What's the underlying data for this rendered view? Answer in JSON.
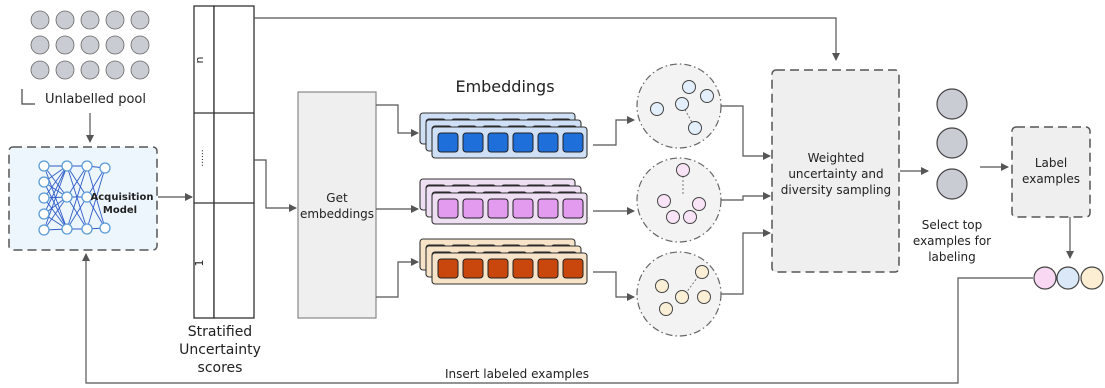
{
  "pool": {
    "label": "Unlabelled pool",
    "rows": 3,
    "cols": 5,
    "color": "#c9cdd3"
  },
  "acquisition": {
    "label_line1": "Acquisition",
    "label_line2": "Model",
    "fill": "#eef6fd",
    "node_color": "#5b9bd5",
    "edge_color": "#2f5cc8"
  },
  "stratified": {
    "tick_top": "n",
    "tick_mid": "......",
    "tick_bottom": "1",
    "caption_line1": "Stratified",
    "caption_line2": "Uncertainty",
    "caption_line3": "scores"
  },
  "get_embeddings": {
    "line1": "Get",
    "line2": "embeddings",
    "fill": "#efefef"
  },
  "embeddings": {
    "title": "Embeddings",
    "groups": [
      {
        "name": "blue",
        "front": "#1e6fd9",
        "back": "#cfe0f6"
      },
      {
        "name": "purple",
        "front": "#e39bf0",
        "back": "#eedff3"
      },
      {
        "name": "orange",
        "front": "#c9470c",
        "back": "#f7e3c8"
      }
    ]
  },
  "clusters": [
    {
      "name": "blue",
      "dot": "#e3f0fb"
    },
    {
      "name": "pink",
      "dot": "#f9e3f6"
    },
    {
      "name": "yellow",
      "dot": "#fbefd6"
    }
  ],
  "sampling": {
    "line1": "Weighted",
    "line2": "uncertainty and",
    "line3": "diversity sampling",
    "fill": "#efefef"
  },
  "selected": {
    "color": "#c9cdd3",
    "caption_line1": "Select top",
    "caption_line2": "examples for",
    "caption_line3": "labeling"
  },
  "label_box": {
    "line1": "Label",
    "line2": "examples",
    "fill": "#efefef"
  },
  "labeled_colors": [
    "#f9d8f4",
    "#dbe8f7",
    "#fbeed2"
  ],
  "feedback": {
    "label": "Insert labeled examples"
  },
  "colors": {
    "line": "#555555",
    "dash": "#555555"
  }
}
